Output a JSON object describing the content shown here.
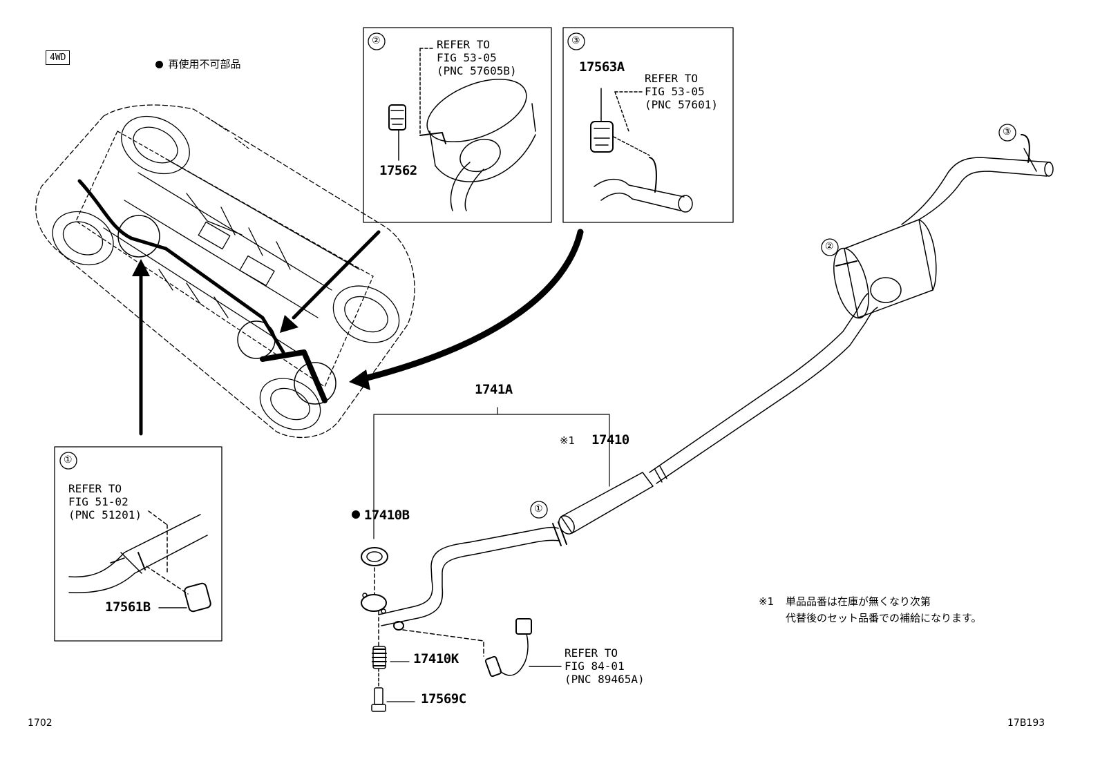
{
  "header": {
    "badge": "4WD",
    "bullet_note": "再使用不可部品"
  },
  "insets": {
    "inset1": {
      "num": "①",
      "refer": "REFER TO\nFIG 51-02\n(PNC 51201)",
      "part": "17561B"
    },
    "inset2": {
      "num": "②",
      "refer": "REFER TO\nFIG 53-05\n(PNC 57605B)",
      "part": "17562"
    },
    "inset3": {
      "num": "③",
      "refer": "REFER TO\nFIG 53-05\n(PNC 57601)",
      "part": "17563A"
    }
  },
  "parts": {
    "assembly": "1741A",
    "pipe_mark": "※1",
    "pipe": "17410",
    "gasket": "17410B",
    "spring": "17410K",
    "bolt": "17569C"
  },
  "callouts": {
    "c1": "①",
    "c2": "②",
    "c3": "③"
  },
  "sensor_ref": "REFER TO\nFIG 84-01\n(PNC 89465A)",
  "footnote": {
    "mark": "※1",
    "line1": "単品品番は在庫が無くなり次第",
    "line2": "代替後のセット品番での補給になります。"
  },
  "footer": {
    "left": "1702",
    "right": "17B193"
  }
}
